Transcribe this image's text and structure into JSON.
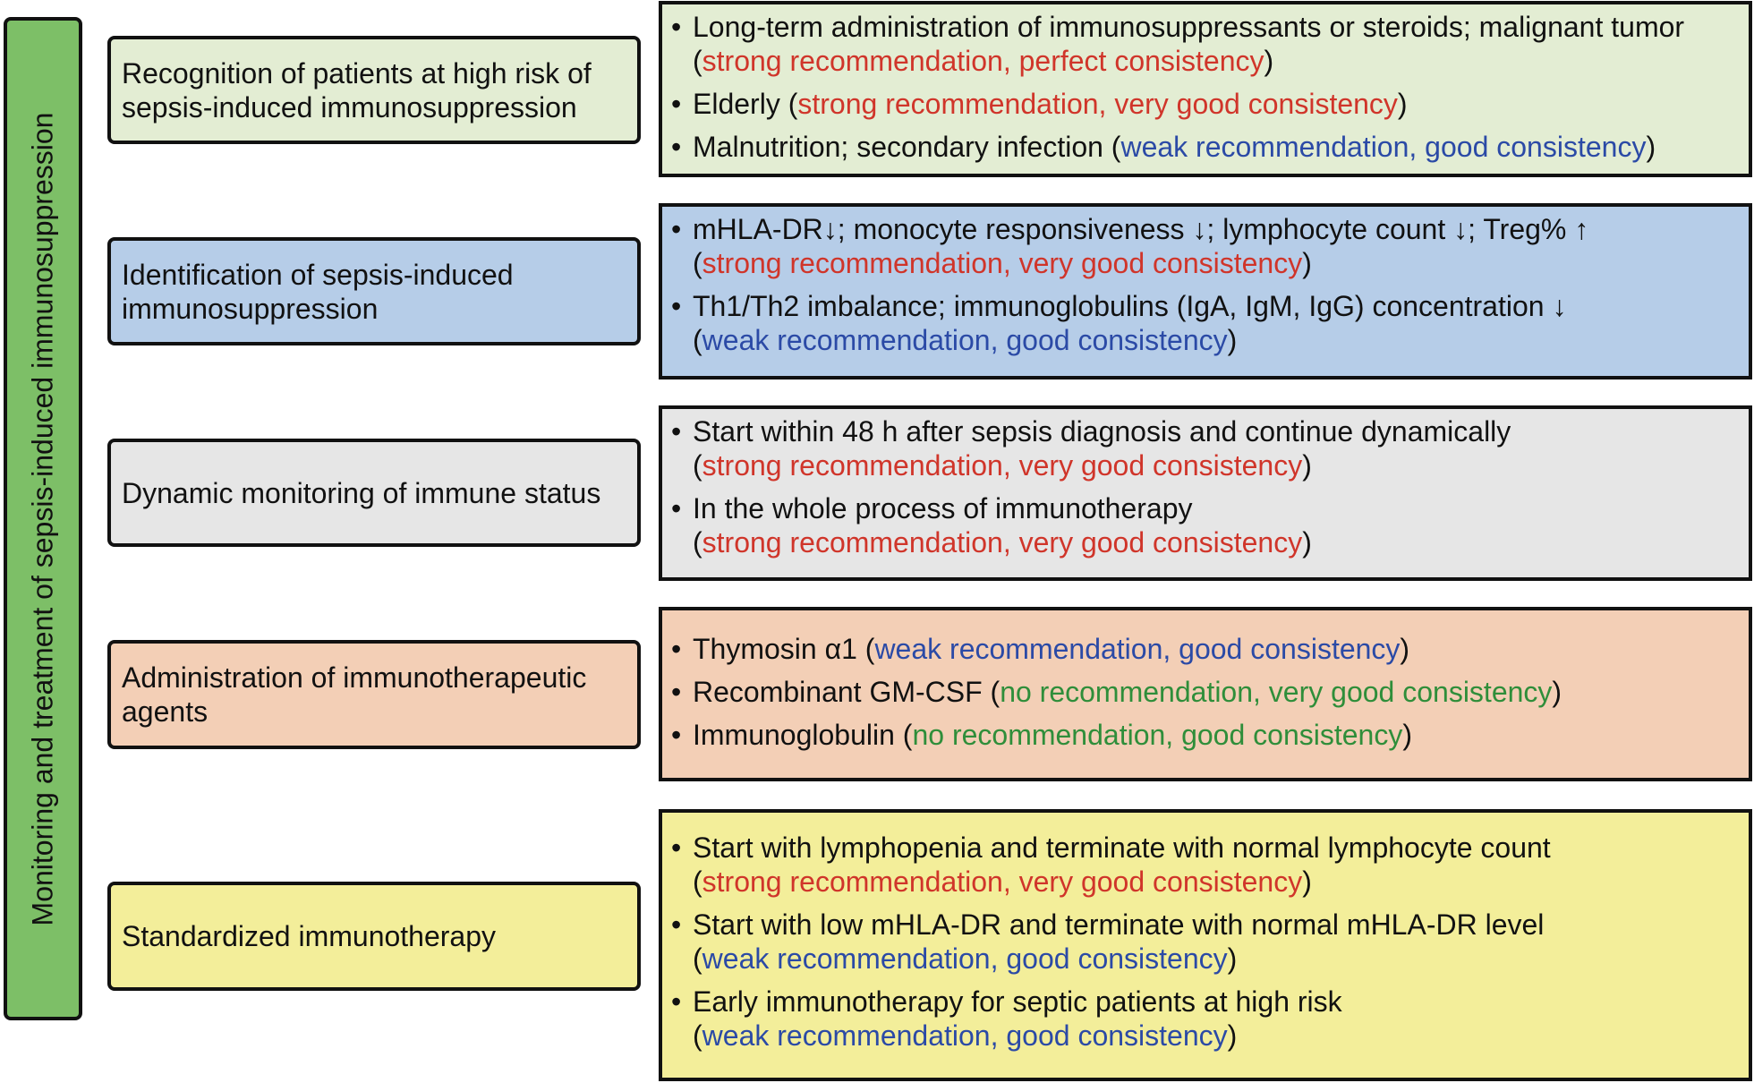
{
  "sidebar": {
    "title": "Monitoring and treatment of sepsis-induced immunosuppression"
  },
  "sections": [
    {
      "label": "Recognition of patients at high risk of sepsis-induced immunosuppression",
      "items": [
        {
          "text": "Long-term administration of immunosuppressants or steroids; malignant tumor",
          "rec": "strong recommendation, perfect consistency"
        },
        {
          "text": "Elderly",
          "rec": "strong recommendation, very good consistency"
        },
        {
          "text": "Malnutrition; secondary infection",
          "rec": "weak recommendation, good consistency"
        }
      ]
    },
    {
      "label": "Identification of sepsis-induced immunosuppression",
      "items": [
        {
          "text": "mHLA-DR↓; monocyte responsiveness ↓; lymphocyte count ↓; Treg% ↑",
          "rec": "strong recommendation, very good consistency"
        },
        {
          "text": "Th1/Th2 imbalance; immunoglobulins (IgA, IgM, IgG) concentration ↓",
          "rec": "weak recommendation, good consistency"
        }
      ]
    },
    {
      "label": "Dynamic monitoring of immune status",
      "items": [
        {
          "text": "Start within 48 h after sepsis diagnosis and continue dynamically",
          "rec": "strong recommendation, very good consistency"
        },
        {
          "text": "In the whole process of immunotherapy",
          "rec": "strong recommendation, very good consistency"
        }
      ]
    },
    {
      "label": "Administration of  immunotherapeutic agents",
      "items": [
        {
          "text": "Thymosin α1",
          "rec": "weak recommendation, good consistency"
        },
        {
          "text": "Recombinant GM-CSF",
          "rec": "no recommendation, very good consistency"
        },
        {
          "text": "Immunoglobulin",
          "rec": "no recommendation, good consistency"
        }
      ]
    },
    {
      "label": "Standardized immunotherapy",
      "items": [
        {
          "text": "Start with lymphopenia and terminate with normal lymphocyte count",
          "rec": "strong recommendation, very good consistency"
        },
        {
          "text": "Start with low mHLA-DR and terminate with normal mHLA-DR level",
          "rec": "weak recommendation, good consistency"
        },
        {
          "text": "Early immunotherapy for septic patients at high risk",
          "rec": "weak recommendation, good consistency"
        }
      ]
    }
  ]
}
